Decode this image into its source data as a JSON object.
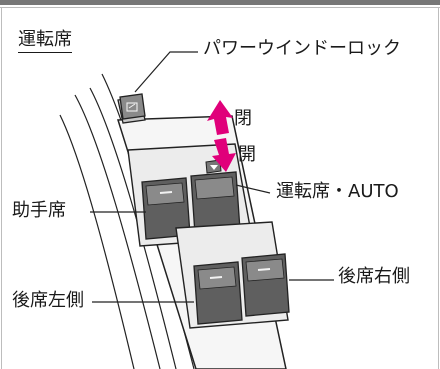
{
  "labels": {
    "driver_seat": "運転席",
    "power_window_lock": "パワーウインドーロック",
    "close": "閉",
    "open": "開",
    "driver_auto": "運転席・AUTO",
    "passenger_seat": "助手席",
    "rear_right": "後席右側",
    "rear_left": "後席左側"
  },
  "colors": {
    "panel_fill": "#f6f6f6",
    "switch_dark": "#5a5a5a",
    "switch_mid": "#858585",
    "arrow_pink": "#e0007a",
    "line": "#222222"
  },
  "icons": {
    "lock_button": "window-lock-icon",
    "driver_switch": "driver-auto-icon",
    "arrow": "up-down-arrow-icon"
  }
}
